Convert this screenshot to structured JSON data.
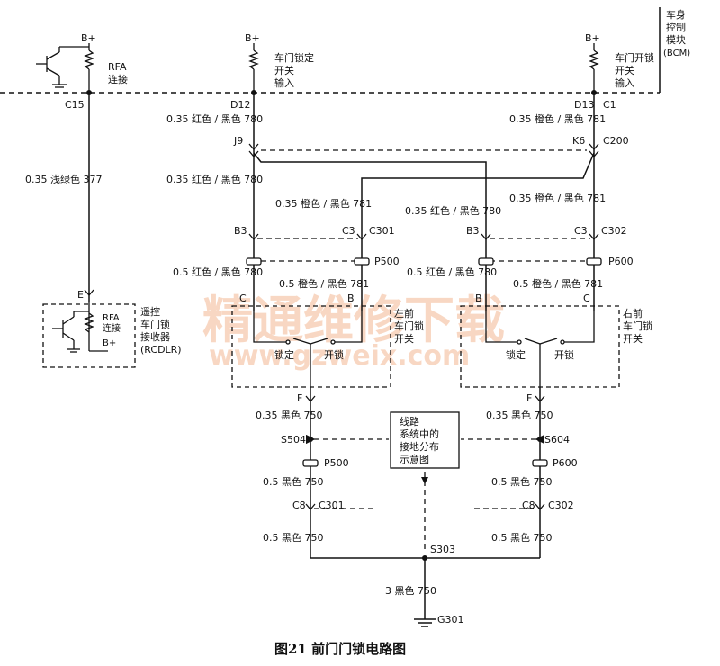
{
  "bcm_label_lines": [
    "车身",
    "控制",
    "模块",
    "(BCM)"
  ],
  "power": {
    "b_plus": "B+"
  },
  "rfa_link_lines": [
    "RFA",
    "连接"
  ],
  "lock_input_lines": [
    "车门锁定",
    "开关",
    "输入"
  ],
  "unlock_input_lines": [
    "车门开锁",
    "开关",
    "输入"
  ],
  "pins": {
    "c15": "C15",
    "d12": "D12",
    "d13": "D13",
    "c1": "C1",
    "e": "E",
    "j9": "J9",
    "k6": "K6",
    "c200": "C200",
    "b3": "B3",
    "c3": "C3",
    "c301": "C301",
    "c302": "C302",
    "p500": "P500",
    "p600": "P600",
    "c": "C",
    "b": "B",
    "f": "F",
    "s504": "S504",
    "s604": "S604",
    "c8": "C8",
    "s303": "S303",
    "g301": "G301"
  },
  "wires": {
    "w780_top": "0.35 红色 / 黑色  780",
    "w781_top": "0.35 橙色 / 黑色  781",
    "w377": "0.35 浅绿色  377",
    "w780_mid": "0.35 红色 / 黑色  780",
    "w781_left": "0.35 橙色 / 黑色  781",
    "w781_right": "0.35 橙色 / 黑色  781",
    "w780_right": "0.35 红色 / 黑色  780",
    "w780_low": "0.5 红色 / 黑色  780",
    "w781_low": "0.5 橙色 / 黑色  781",
    "w780_low_r": "0.5 红色 / 黑色  780",
    "w781_low_r": "0.5 橙色 / 黑色  781",
    "w750_a": "0.35 黑色  750",
    "w750_b": "0.35 黑色  750",
    "w750_c": "0.5 黑色  750",
    "w750_d": "0.5 黑色  750",
    "w750_e": "0.5 黑色  750",
    "w750_f": "0.5 黑色  750",
    "w750_g": "3 黑色  750"
  },
  "rcdlr_lines": [
    "遥控",
    "车门锁",
    "接收器",
    "(RCDLR)"
  ],
  "rcdlr_rfa_lines": [
    "RFA",
    "连接"
  ],
  "left_switch_lines": [
    "左前",
    "车门锁",
    "开关"
  ],
  "right_switch_lines": [
    "右前",
    "车门锁",
    "开关"
  ],
  "switch_lock": "锁定",
  "switch_unlock": "开锁",
  "ground_note_lines": [
    "线路",
    "系统中的",
    "接地分布",
    "示意图"
  ],
  "caption": "图21    前门门锁电路图",
  "watermark": {
    "line1": "精通维修下载",
    "line2": "www.gzweix.com"
  }
}
